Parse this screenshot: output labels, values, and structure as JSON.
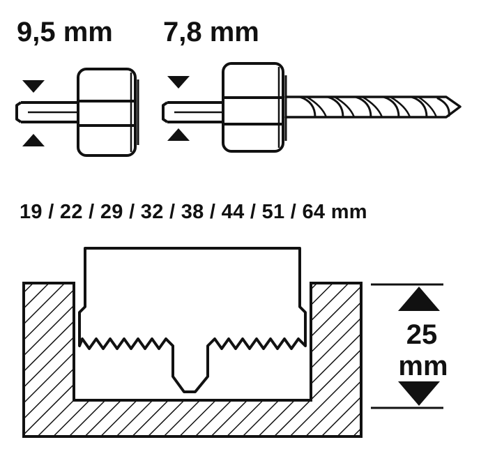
{
  "labels": {
    "shank_small": "9,5 mm",
    "shank_large": "7,8 mm",
    "diameters": "19 / 22 / 29 / 32 / 38 / 44 / 51 / 64 mm",
    "depth_value": "25",
    "depth_unit": "mm"
  },
  "icons": {
    "arrow_down": "triangle-down",
    "arrow_up": "triangle-up",
    "hatch": "diagonal-hatch"
  },
  "colors": {
    "ink": "#111111",
    "background": "#ffffff"
  }
}
